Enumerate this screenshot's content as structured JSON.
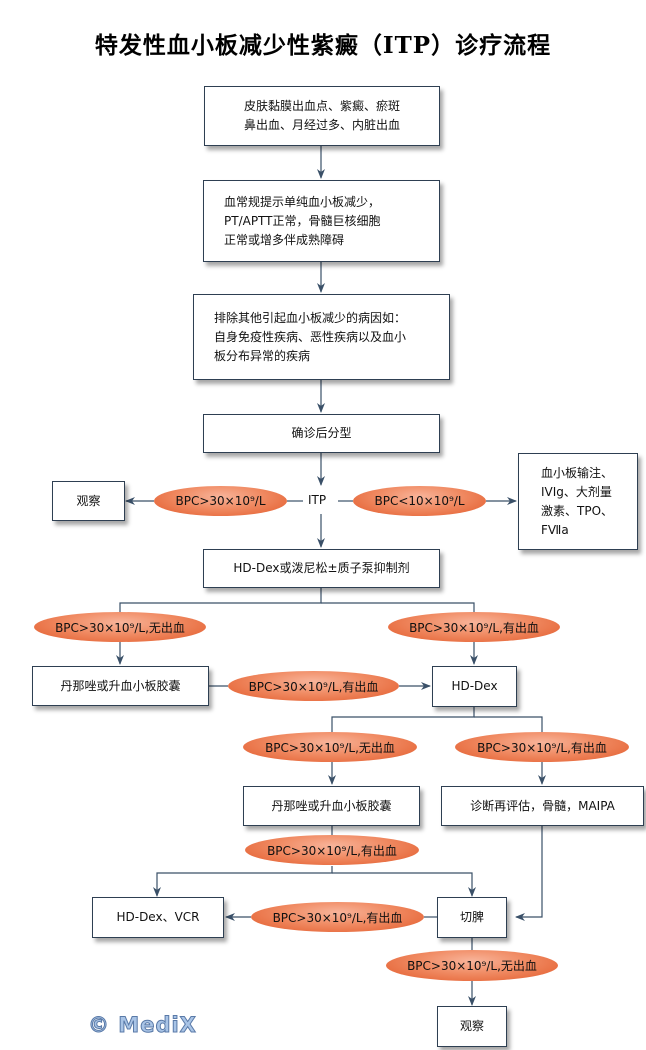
{
  "title": "特发性血小板减少性紫癜（ITP）诊疗流程",
  "colors": {
    "line": "#3a5068",
    "oval": "#e8683a",
    "box_border": "#2e3f52"
  },
  "nodes": {
    "symptoms": "皮肤黏膜出血点、紫癜、瘀斑\n鼻出血、月经过多、内脏出血",
    "blood_test": "血常规提示单纯血小板减少，\nPT/APTT正常，骨髓巨核细胞\n正常或增多伴成熟障碍",
    "exclude": "排除其他引起血小板减少的病因如：\n自身免疫性疾病、恶性疾病以及血小\n板分布异常的疾病",
    "classify": "确诊后分型",
    "itp": "ITP",
    "observe_1": "观察",
    "emergency": "血小板输注、\nIVIg、大剂量\n激素、TPO、\nFⅦa",
    "first_line": "HD-Dex或泼尼松±质子泵抑制剂",
    "danazol_1": "丹那唑或升血小板胶囊",
    "hd_dex": "HD-Dex",
    "danazol_2": "丹那唑或升血小板胶囊",
    "reassess": "诊断再评估，骨髓，MAIPA",
    "hd_dex_vcr": "HD-Dex、VCR",
    "splenectomy": "切脾",
    "observe_2": "观察"
  },
  "conditions": {
    "gt30": "BPC>30×10⁹/L",
    "lt10": "BPC<10×10⁹/L",
    "gt30_no_bleed_1": "BPC>30×10⁹/L,无出血",
    "gt30_bleed_1": "BPC>30×10⁹/L,有出血",
    "gt30_bleed_2": "BPC>30×10⁹/L,有出血",
    "gt30_no_bleed_2": "BPC>30×10⁹/L,无出血",
    "gt30_bleed_3": "BPC>30×10⁹/L,有出血",
    "gt30_bleed_4": "BPC>30×10⁹/L,有出血",
    "gt30_bleed_5": "BPC>30×10⁹/L,有出血",
    "gt30_no_bleed_3": "BPC>30×10⁹/L,无出血"
  },
  "watermark": "© MediX"
}
